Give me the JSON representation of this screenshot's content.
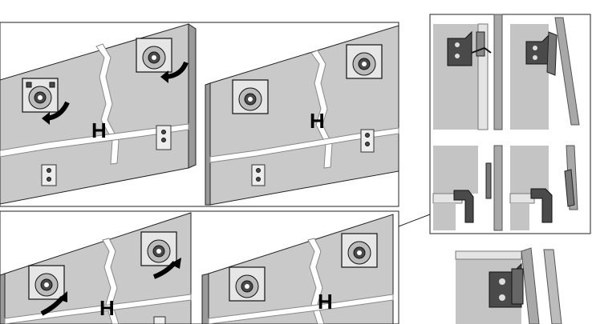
{
  "labels": {
    "h1": "H",
    "h2": "H",
    "h3": "H",
    "h4": "H"
  }
}
